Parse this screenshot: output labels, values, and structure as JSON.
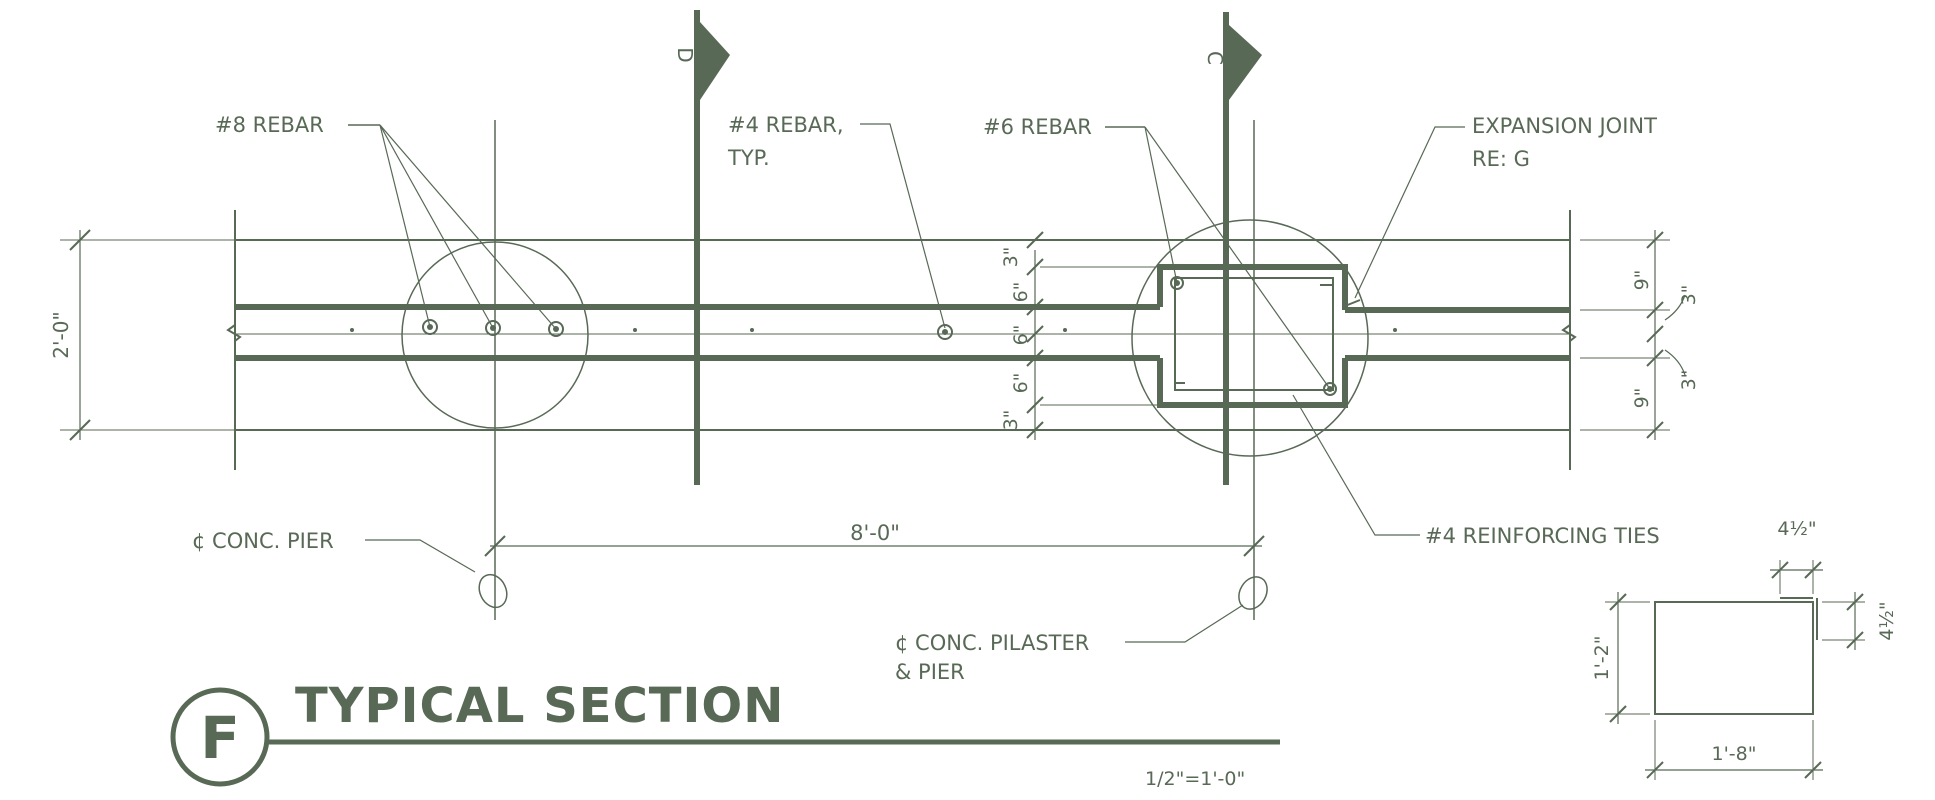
{
  "colors": {
    "ink": "#586956",
    "paper": "#ffffff"
  },
  "labels": {
    "rebar8": "#8 REBAR",
    "rebar4_l1": "#4 REBAR,",
    "rebar4_l2": "TYP.",
    "rebar6": "#6 REBAR",
    "exp_l1": "EXPANSION JOINT",
    "exp_l2": "RE: G",
    "ties": "#4 REINFORCING TIES",
    "pier": "¢ CONC. PIER",
    "pilaster_l1": "¢ CONC. PILASTER",
    "pilaster_l2": "& PIER"
  },
  "markers": {
    "left": "D",
    "right": "C"
  },
  "dimensions": {
    "overall_height": "2'-0\"",
    "span": "8'-0\"",
    "seg_3a": "3\"",
    "seg_6a": "6\"",
    "seg_6b": "6\"",
    "seg_6c": "6\"",
    "seg_3b": "3\"",
    "right_9_top": "9\"",
    "right_3_top": "3\"",
    "right_3_bot": "3\"",
    "right_9_bot": "9\""
  },
  "title": {
    "symbol": "F",
    "text": "TYPICAL SECTION",
    "scale": "1/2\"=1'-0\""
  },
  "pilaster_detail": {
    "width": "1'-8\"",
    "height": "1'-2\"",
    "top_offset": "4½\"",
    "side_offset": "4½\""
  }
}
